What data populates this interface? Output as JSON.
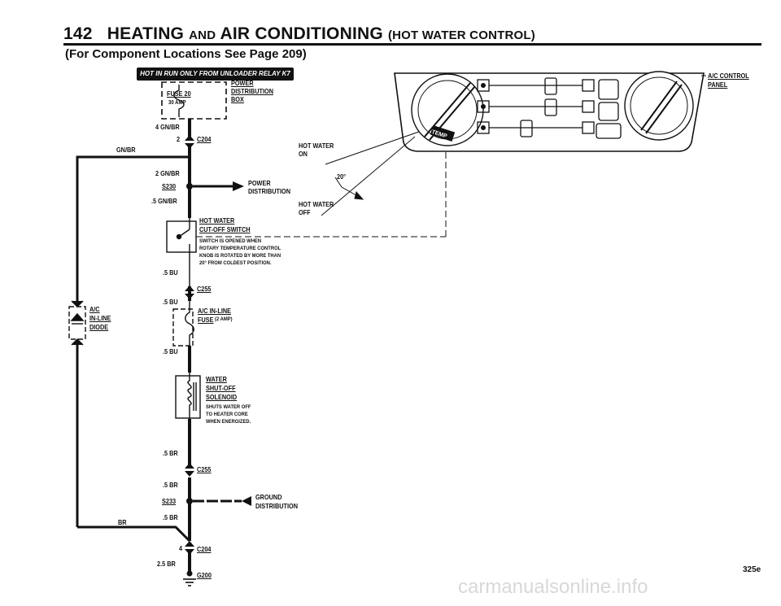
{
  "header": {
    "number": "142",
    "heading_main": "HEATING",
    "heading_and": "AND",
    "heading_air": "AIR CONDITIONING",
    "heading_sub": "(HOT WATER CONTROL)",
    "subtitle": "(For Component Locations See Page 209)",
    "banner": "HOT IN RUN ONLY FROM UNLOADER RELAY K7"
  },
  "fuse_box": {
    "fuse_label": "FUSE 20",
    "fuse_rating": "30 AMP",
    "title_line1": "POWER",
    "title_line2": "DISTRIBUTION",
    "title_line3": "BOX"
  },
  "wires": {
    "w1": "4 GN/BR",
    "c204_top_pin": "2",
    "c204_top": "C204",
    "gn_br_left": "GN/BR",
    "w2": "2 GN/BR",
    "s230": "S230",
    "power_dist_1": "POWER",
    "power_dist_2": "DISTRIBUTION",
    "w3": ".5 GN/BR",
    "bu1": ".5 BU",
    "c255_top": "C255",
    "bu2": ".5 BU",
    "bu3": ".5 BU",
    "br1": ".5 BR",
    "c255_bottom": "C255",
    "br2": ".5 BR",
    "s233": "S233",
    "ground_dist_1": "GROUND",
    "ground_dist_2": "DISTRIBUTION",
    "br3": ".5 BR",
    "br_left": "BR",
    "c204_bottom_pin": "4",
    "c204_bottom": "C204",
    "br4": "2.5 BR",
    "g200": "G200"
  },
  "switch": {
    "name_line1": "HOT WATER",
    "name_line2": "CUT-OFF SWITCH",
    "note_line1": "SWITCH IS OPENED WHEN",
    "note_line2": "ROTARY TEMPERATURE CONTROL",
    "note_line3": "KNOB IS ROTATED BY MORE THAN",
    "note_line4": "20° FROM COLDEST POSITION."
  },
  "fuse2": {
    "name": "A/C IN-LINE",
    "fuse": "FUSE",
    "rating": "(2 AMP)"
  },
  "solenoid": {
    "line1": "WATER",
    "line2": "SHUT-OFF",
    "line3": "SOLENOID",
    "note1": "SHUTS WATER OFF",
    "note2": "TO HEATER CORE",
    "note3": "WHEN ENERGIZED."
  },
  "diode": {
    "line1": "A/C",
    "line2": "IN-LINE",
    "line3": "DIODE"
  },
  "panel": {
    "label_line1": "A/C CONTROL",
    "label_line2": "PANEL",
    "hot_on_1": "HOT WATER",
    "hot_on_2": "ON",
    "hot_off_1": "HOT WATER",
    "hot_off_2": "OFF",
    "angle": "20°",
    "temp": "TEMP"
  },
  "footer": {
    "page_code": "325e",
    "watermark": "carmanualsonline.info"
  }
}
